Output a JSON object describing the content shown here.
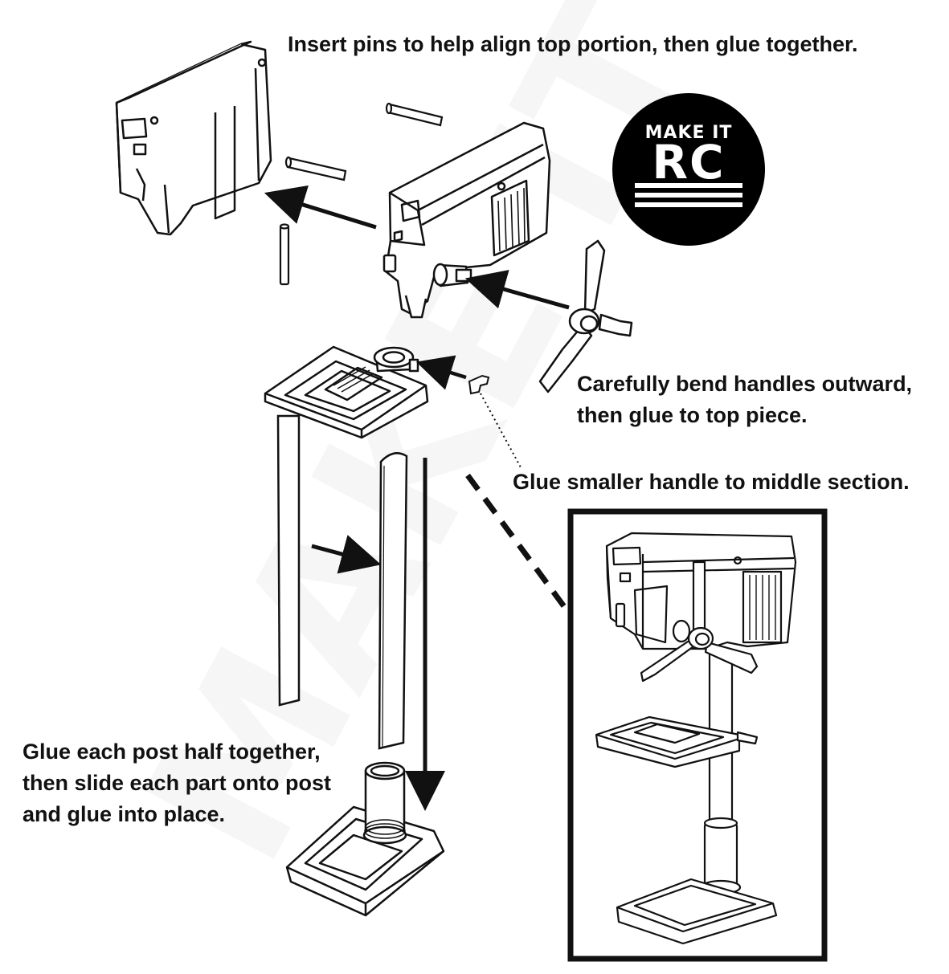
{
  "instructions": {
    "top": "Insert pins to help align top portion, then glue together.",
    "handles_line1": "Carefully bend handles outward,",
    "handles_line2": "then glue to top piece.",
    "small_handle": "Glue smaller handle to middle section.",
    "post_line1": "Glue each post half together,",
    "post_line2": "then slide each part onto post",
    "post_line3": "and glue into place."
  },
  "logo": {
    "top_text": "MAKE IT",
    "big_text": "RC"
  },
  "watermark": "MAKE IT RC"
}
